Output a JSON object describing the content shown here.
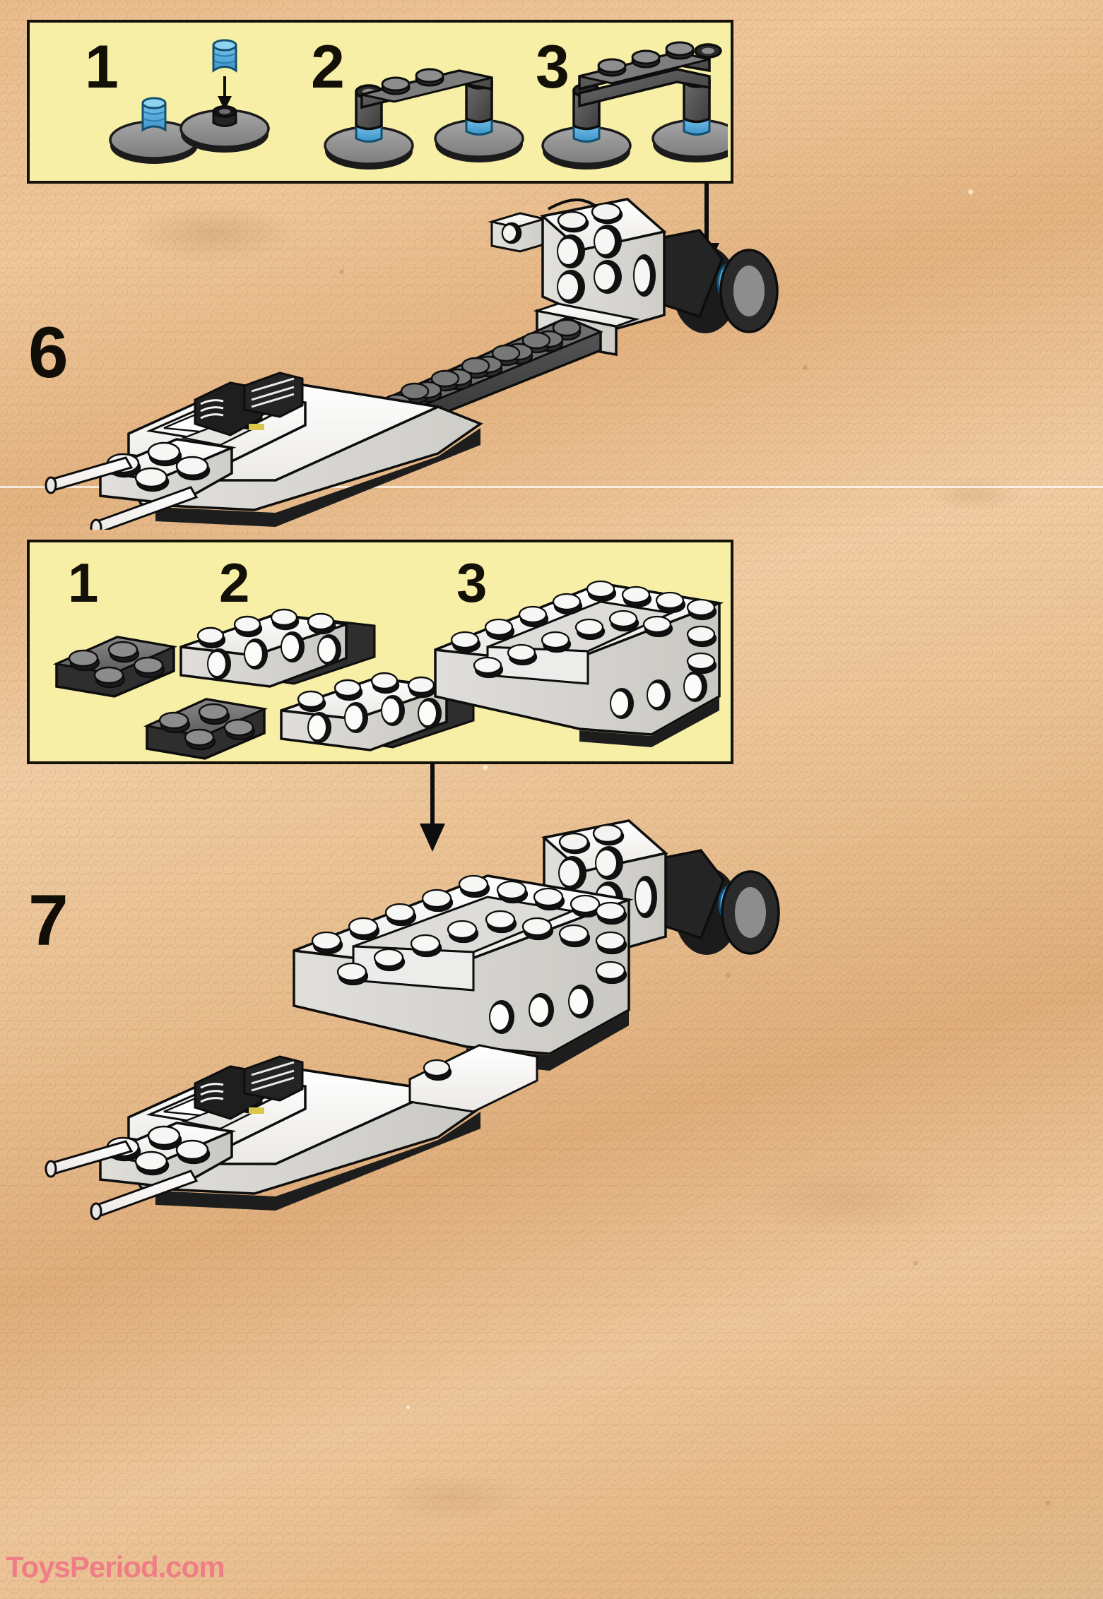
{
  "document": {
    "type": "lego-building-instructions",
    "theme_background": "tatooine-desert-sand",
    "watermark": "ToysPeriod.com",
    "watermark_color": "#ef7d86",
    "panel_fill_color": "#f7efa6",
    "panel_border_color": "#15120c",
    "brick_colors": {
      "white": "#f2f2f0",
      "light_gray": "#9a9a9a",
      "dark_gray": "#565656",
      "black": "#1b1b1b",
      "blue": "#4aa8de"
    }
  },
  "panels": [
    {
      "id": "panel-top",
      "name": "sub-assembly-panel-engine-mount",
      "substeps": [
        {
          "number": "1",
          "description": "blue technic pin inserted into dark gray dish",
          "parts": [
            "blue-pin",
            "dark-gray-dish",
            "dark-gray-dish-with-pin"
          ]
        },
        {
          "number": "2",
          "description": "dark gray plate bridges two pinned dishes",
          "parts": [
            "dark-gray-1x4-plate",
            "dark-gray-dish-with-blue-pin",
            "dark-gray-dish-with-blue-pin"
          ]
        },
        {
          "number": "3",
          "description": "second dark gray plate added on top of bridge",
          "parts": [
            "dark-gray-1x4-plate",
            "dark-gray-1x4-plate",
            "two-pinned-dishes"
          ]
        }
      ]
    },
    {
      "id": "panel-mid",
      "name": "sub-assembly-panel-cockpit-frame",
      "substeps": [
        {
          "number": "1",
          "description": "two dark gray 2x2 plates",
          "parts": [
            "dark-gray-2x2-plate",
            "dark-gray-2x2-plate"
          ]
        },
        {
          "number": "2",
          "description": "two white 1x4 technic bricks with holes placed on the 2x2 plates",
          "parts": [
            "white-1x4-technic-brick",
            "white-1x4-technic-brick",
            "dark-gray-2x2-plate",
            "dark-gray-2x2-plate"
          ]
        },
        {
          "number": "3",
          "description": "assembled open white cockpit frame with studded rim",
          "parts": [
            "white-cockpit-frame"
          ]
        }
      ]
    }
  ],
  "steps": [
    {
      "number": "6",
      "name": "step-6",
      "description": "Engine mount sub-assembly and a small white 1x1 brick are attached to the rear of the white podracer chassis with dark gray technic beam spine",
      "model": "podracer-chassis-with-engine-mount"
    },
    {
      "number": "7",
      "name": "step-7",
      "description": "White cockpit frame sub-assembly is attached to the centre of the podracer chassis",
      "model": "podracer-with-cockpit"
    }
  ],
  "arrows": [
    {
      "name": "arrow-panel-top-to-step-6",
      "direction": "down",
      "from": "panel-top",
      "to": "step-6"
    },
    {
      "name": "arrow-panel-mid-to-step-7",
      "direction": "down",
      "from": "panel-mid",
      "to": "step-7"
    },
    {
      "name": "arrow-1x1-brick-to-model",
      "direction": "right",
      "from": "white-1x1-brick",
      "to": "step-6-model"
    },
    {
      "name": "arrow-substep-pin-insert",
      "direction": "down",
      "from": "blue-pin",
      "to": "dark-gray-dish"
    }
  ]
}
